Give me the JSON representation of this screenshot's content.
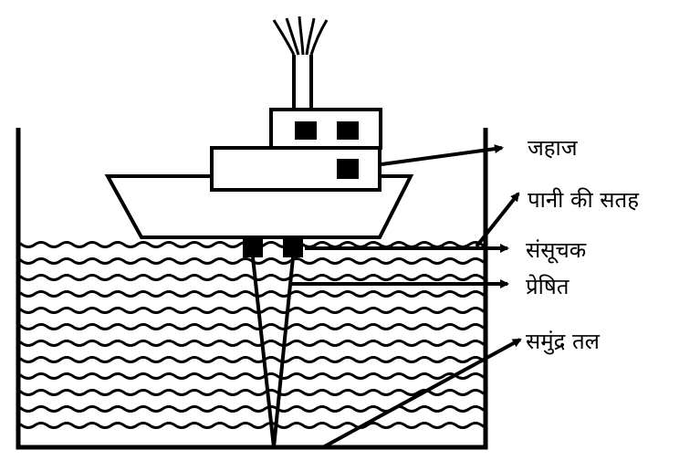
{
  "labels": {
    "ship": "जहाज",
    "water_surface": "पानी की सतह",
    "detector": "संसूचक",
    "transmitter": "प्रेषित",
    "sea_bed": "समुंद्र तल"
  },
  "colors": {
    "ink": "#000000",
    "background": "#ffffff"
  }
}
